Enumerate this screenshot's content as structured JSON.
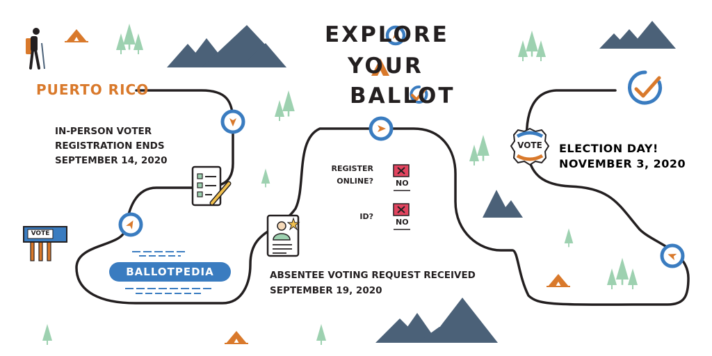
{
  "title": {
    "line1": "EXPLORE",
    "line2": "YOUR",
    "line3": "BALLOT"
  },
  "state": "PUERTO RICO",
  "steps": {
    "registration": {
      "line1": "IN-PERSON VOTER",
      "line2": "REGISTRATION ENDS",
      "date": "SEPTEMBER 14, 2020"
    },
    "absentee": {
      "label": "ABSENTEE VOTING REQUEST RECEIVED",
      "date": "SEPTEMBER 19, 2020"
    },
    "election": {
      "label": "ELECTION DAY!",
      "date": "NOVEMBER 3, 2020"
    }
  },
  "questions": [
    {
      "line1": "REGISTER",
      "line2": "ONLINE?",
      "answer": "NO"
    },
    {
      "line1": "ID?",
      "answer": "NO"
    }
  ],
  "brand": {
    "name": "BALLOTPEDIA"
  },
  "signs": {
    "vote_sign": "VOTE",
    "vote_badge": "VOTE"
  },
  "colors": {
    "orange": "#d9792b",
    "blue": "#3a7cc0",
    "slate": "#4b6178",
    "tree": "#9dd1b0",
    "path": "#231f20",
    "red": "#e2445f"
  }
}
